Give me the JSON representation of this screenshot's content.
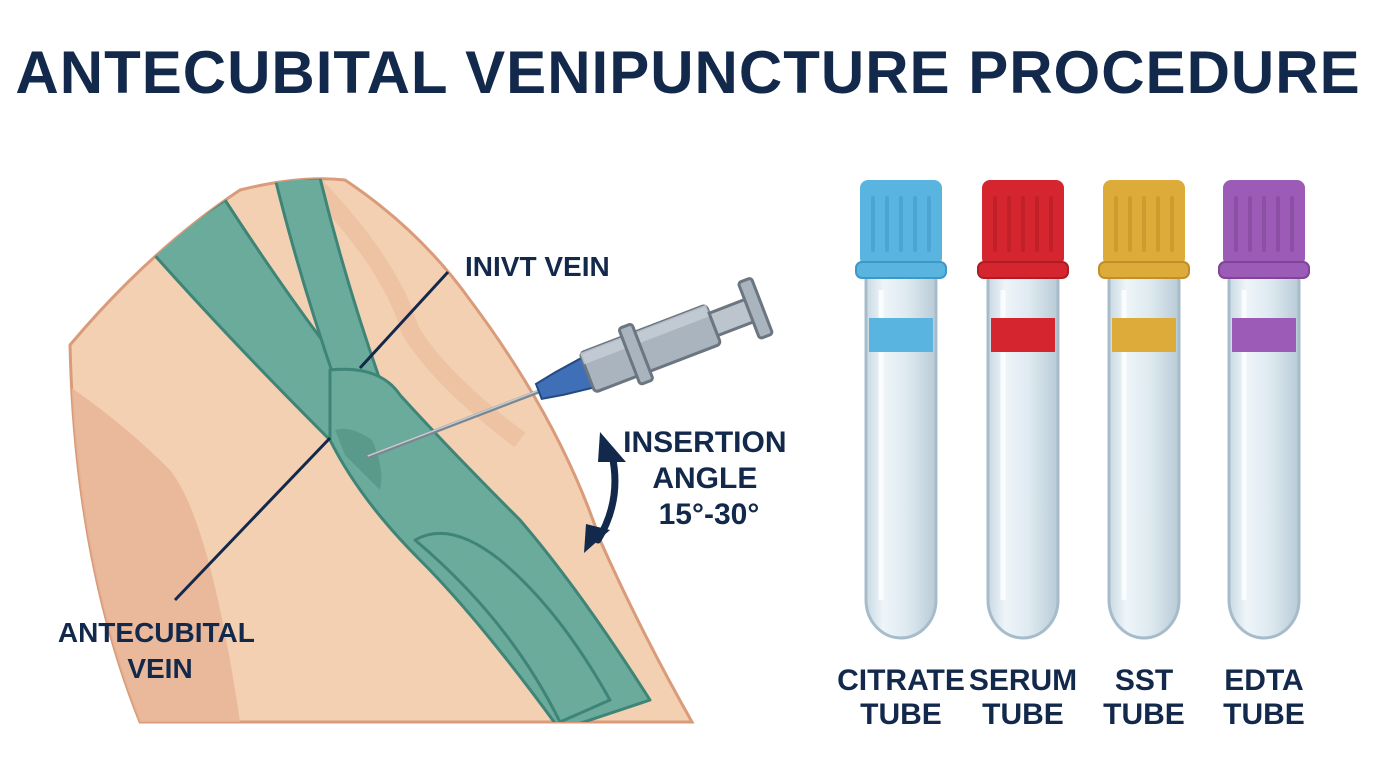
{
  "title": "ANTECUBITAL VENIPUNCTURE PROCEDURE",
  "arm": {
    "labels": {
      "upper_vein": "INIVT VEIN",
      "main_vein": [
        "ANTECUBITAL",
        "VEIN"
      ],
      "angle": [
        "INSERTION",
        "ANGLE",
        "15°-30°"
      ]
    }
  },
  "tubes": [
    {
      "name": "citrate-tube",
      "label": [
        "CITRATE",
        "TUBE"
      ],
      "cap_color": "#5ab4e0",
      "cap_dark": "#3f97c6",
      "band_color": "#5ab4e0"
    },
    {
      "name": "serum-tube",
      "label": [
        "SERUM",
        "TUBE"
      ],
      "cap_color": "#d5262f",
      "cap_dark": "#b01c24",
      "band_color": "#d5262f"
    },
    {
      "name": "sst-tube",
      "label": [
        "SST",
        "TUBE"
      ],
      "cap_color": "#dcab3a",
      "cap_dark": "#c08f25",
      "band_color": "#dcab3a"
    },
    {
      "name": "edta-tube",
      "label": [
        "EDTA",
        "TUBE"
      ],
      "cap_color": "#9b5bb6",
      "cap_dark": "#7e4598",
      "band_color": "#9b5bb6"
    }
  ],
  "colors": {
    "title": "#13294b",
    "skin": "#f3d0b2",
    "skin_shadow": "#e8b596",
    "skin_edge": "#d99b7a",
    "vein": "#6aab9c",
    "vein_edge": "#3f8577",
    "needle_hub": "#3f6fb6",
    "syringe": "#a9b4bf"
  }
}
